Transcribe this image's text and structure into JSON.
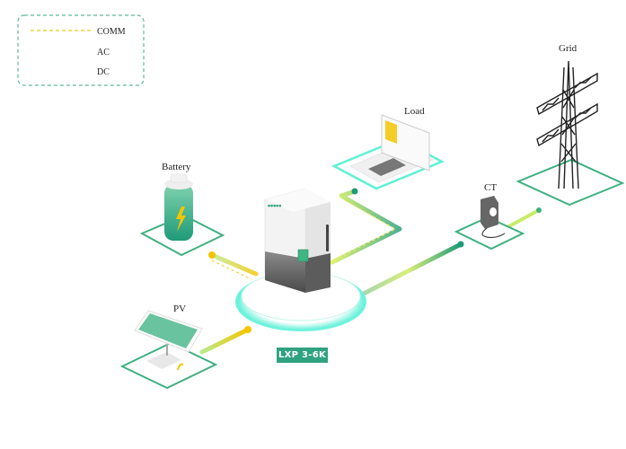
{
  "legend": {
    "items": [
      {
        "label": "COMM",
        "style": "dashed",
        "color": "#f3d23a"
      },
      {
        "label": "AC",
        "style": "solid",
        "color": "#1f9a78"
      },
      {
        "label": "DC",
        "style": "solid",
        "color": "#f5c400"
      }
    ]
  },
  "nodes": {
    "grid": "Grid",
    "load": "Load",
    "battery": "Battery",
    "ct": "CT",
    "pv": "PV"
  },
  "device": {
    "model": "LXP 3-6K"
  },
  "colors": {
    "accent": "#2fa27f",
    "ac": "#1f9a78",
    "dc": "#f5c400",
    "comm": "#f3d23a",
    "glow": "#40f0d8"
  }
}
